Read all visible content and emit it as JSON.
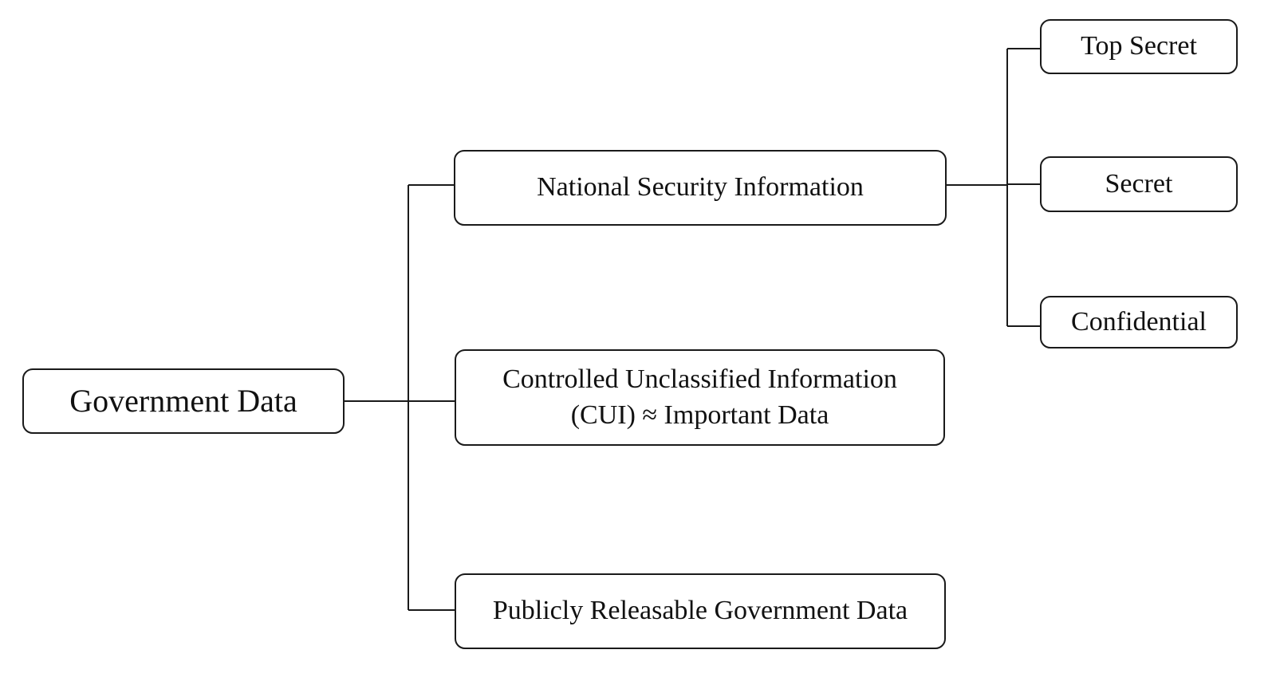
{
  "diagram": {
    "root": {
      "label": "Government Data"
    },
    "categories": [
      {
        "lines": [
          "National Security Information"
        ]
      },
      {
        "lines": [
          "Controlled Unclassified Information",
          "(CUI) ≈ Important Data"
        ]
      },
      {
        "lines": [
          "Publicly Releasable Government Data"
        ]
      }
    ],
    "classification_levels": [
      {
        "label": "Top Secret"
      },
      {
        "label": "Secret"
      },
      {
        "label": "Confidential"
      }
    ],
    "colors": {
      "line": "#1a1a1a",
      "text": "#111111",
      "background": "#ffffff"
    }
  }
}
